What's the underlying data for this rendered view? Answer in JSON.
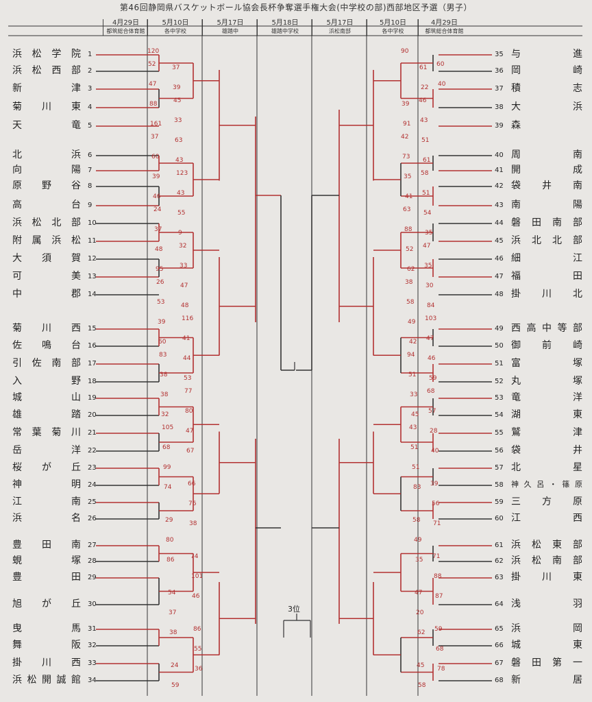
{
  "title": "第46回静岡県バスケットボール協会長杯争奪選手権大会(中学校の部)西部地区予選（男子）",
  "header_cols": [
    {
      "date": "4月29日",
      "sub": "都筑総合体育館"
    },
    {
      "date": "5月10日",
      "sub": "各中学校"
    },
    {
      "date": "5月17日",
      "sub": "雄踏中"
    },
    {
      "date": "5月18日",
      "sub": "雄踏中学校"
    },
    {
      "date": "5月17日",
      "sub": "浜松南部"
    },
    {
      "date": "5月10日",
      "sub": "各中学校"
    },
    {
      "date": "4月29日",
      "sub": "都筑総合体育館"
    }
  ],
  "left_teams": [
    {
      "name": "浜松学院",
      "n": "1"
    },
    {
      "name": "浜松西部",
      "n": "2"
    },
    {
      "name": "新津",
      "n": "3"
    },
    {
      "name": "菊川東",
      "n": "4"
    },
    {
      "name": "天竜",
      "n": "5"
    },
    {
      "name": "北浜",
      "n": "6"
    },
    {
      "name": "向陽",
      "n": "7"
    },
    {
      "name": "原野谷",
      "n": "8"
    },
    {
      "name": "高台",
      "n": "9"
    },
    {
      "name": "浜松北部",
      "n": "10"
    },
    {
      "name": "附属浜松",
      "n": "11"
    },
    {
      "name": "大須賀",
      "n": "12"
    },
    {
      "name": "可美",
      "n": "13"
    },
    {
      "name": "中郡",
      "n": "14"
    },
    {
      "name": "菊川西",
      "n": "15"
    },
    {
      "name": "佐鳴台",
      "n": "16"
    },
    {
      "name": "引佐南部",
      "n": "17"
    },
    {
      "name": "入野",
      "n": "18"
    },
    {
      "name": "城山",
      "n": "19"
    },
    {
      "name": "雄踏",
      "n": "20"
    },
    {
      "name": "常葉菊川",
      "n": "21"
    },
    {
      "name": "岳洋",
      "n": "22"
    },
    {
      "name": "桜が丘",
      "n": "23"
    },
    {
      "name": "神明",
      "n": "24"
    },
    {
      "name": "江南",
      "n": "25"
    },
    {
      "name": "浜名",
      "n": "26"
    },
    {
      "name": "豊田南",
      "n": "27"
    },
    {
      "name": "蜆塚",
      "n": "28"
    },
    {
      "name": "豊田",
      "n": "29"
    },
    {
      "name": "旭が丘",
      "n": "30"
    },
    {
      "name": "曳馬",
      "n": "31"
    },
    {
      "name": "舞阪",
      "n": "32"
    },
    {
      "name": "掛川西",
      "n": "33"
    },
    {
      "name": "浜松開誠館",
      "n": "34"
    }
  ],
  "right_teams": [
    {
      "name": "与進",
      "n": "35"
    },
    {
      "name": "岡崎",
      "n": "36"
    },
    {
      "name": "積志",
      "n": "37"
    },
    {
      "name": "大浜",
      "n": "38"
    },
    {
      "name": "森",
      "n": "39"
    },
    {
      "name": "周南",
      "n": "40"
    },
    {
      "name": "開成",
      "n": "41"
    },
    {
      "name": "袋井南",
      "n": "42"
    },
    {
      "name": "南陽",
      "n": "43"
    },
    {
      "name": "磐田南部",
      "n": "44"
    },
    {
      "name": "浜北北部",
      "n": "45"
    },
    {
      "name": "細江",
      "n": "46"
    },
    {
      "name": "福田",
      "n": "47"
    },
    {
      "name": "掛川北",
      "n": "48"
    },
    {
      "name": "西高中等部",
      "n": "49"
    },
    {
      "name": "御前崎",
      "n": "50"
    },
    {
      "name": "富塚",
      "n": "51"
    },
    {
      "name": "丸塚",
      "n": "52"
    },
    {
      "name": "竜洋",
      "n": "53"
    },
    {
      "name": "湖東",
      "n": "54"
    },
    {
      "name": "鷲津",
      "n": "55"
    },
    {
      "name": "袋井",
      "n": "56"
    },
    {
      "name": "北星",
      "n": "57"
    },
    {
      "name": "神久呂・篠原",
      "n": "58"
    },
    {
      "name": "三方原",
      "n": "59"
    },
    {
      "name": "江西",
      "n": "60"
    },
    {
      "name": "浜松東部",
      "n": "61"
    },
    {
      "name": "浜松南部",
      "n": "62"
    },
    {
      "name": "掛川東",
      "n": "63"
    },
    {
      "name": "浅羽",
      "n": "64"
    },
    {
      "name": "浜岡",
      "n": "65"
    },
    {
      "name": "城東",
      "n": "66"
    },
    {
      "name": "磐田第一",
      "n": "67"
    },
    {
      "name": "新居",
      "n": "68"
    }
  ],
  "third_place_label": "3位",
  "colors": {
    "win": "#b23030",
    "line": "#333333",
    "bg": "#e9e7e4"
  },
  "scores": [
    "120",
    "39",
    "161",
    "43",
    "46",
    "9",
    "95",
    "48",
    "60",
    "53",
    "32",
    "67",
    "74",
    "38",
    "86",
    "46",
    "38",
    "36",
    "37",
    "88",
    "63",
    "39",
    "55",
    "48",
    "47",
    "39",
    "44",
    "38",
    "47",
    "99",
    "76",
    "80",
    "101",
    "37",
    "55",
    "59",
    "47",
    "33",
    "60",
    "43",
    "37",
    "33",
    "53",
    "41",
    "38",
    "80",
    "68",
    "66",
    "29",
    "74",
    "54",
    "86",
    "24",
    "52",
    "45",
    "37",
    "123",
    "24",
    "32",
    "26",
    "116",
    "83",
    "77",
    "105",
    "90",
    "22",
    "91",
    "61",
    "41",
    "35",
    "62",
    "84",
    "42",
    "59",
    "45",
    "40",
    "83",
    "71",
    "35",
    "87",
    "62",
    "78",
    "61",
    "39",
    "51",
    "35",
    "54",
    "52",
    "30",
    "49",
    "46",
    "33",
    "28",
    "51",
    "56",
    "49",
    "88",
    "20",
    "68",
    "58",
    "40",
    "43",
    "73",
    "51",
    "88",
    "35",
    "58",
    "47",
    "51",
    "57",
    "51",
    "39",
    "58",
    "71",
    "47",
    "59",
    "45",
    "60",
    "46",
    "42",
    "58",
    "63",
    "47",
    "38",
    "103",
    "94",
    "68",
    "43"
  ]
}
